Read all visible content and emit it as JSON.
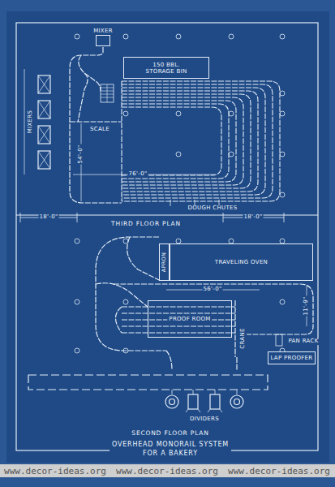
{
  "diagram": {
    "title": "OVERHEAD MONORAIL SYSTEM FOR A BAKERY",
    "nodes": [
      {
        "text": [
          "MIXER"
        ]
      },
      {
        "text": [
          "150 BBL. STORAGE BIN"
        ]
      },
      {
        "text": [
          "APRON"
        ]
      },
      {
        "text": [
          "TRAVELING OVEN"
        ]
      },
      {
        "text": [
          "PROOF ROOM"
        ]
      },
      {
        "text": [
          "LAP PROOFER"
        ]
      }
    ],
    "labels": [
      "MIXERS",
      "SCALE",
      "54'-0\"",
      "76'-0\"",
      "DOUGH CHUTES",
      "18'-0\"",
      "18'-0\"",
      "THIRD FLOOR PLAN",
      "56'-0\"",
      "11'-9\"",
      "CRANE",
      "PAN RACK",
      "DIVIDERS",
      "SECOND FLOOR PLAN",
      "www.decor-ideas.org",
      "www.decor-ideas.org",
      "www.decor-ideas.org"
    ]
  }
}
